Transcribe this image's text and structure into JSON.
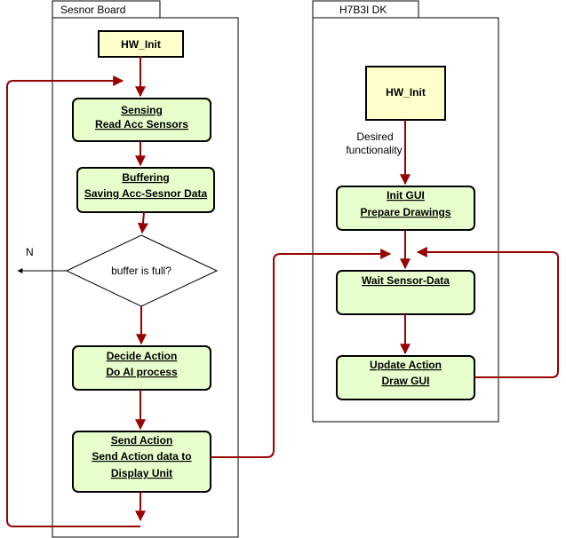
{
  "lanes": {
    "sensor_board": "Sesnor Board",
    "h7b3i_dk": "H7B3I DK"
  },
  "sensor": {
    "hw_init": "HW_Init",
    "sensing": [
      "Sensing",
      "Read Acc Sensors"
    ],
    "buffering": [
      "Buffering",
      "Saving Acc-Sesnor Data"
    ],
    "decision": "buffer is full?",
    "decision_no": "N",
    "decide_action": [
      "Decide Action",
      "Do AI process"
    ],
    "send_action": [
      "Send Action",
      "Send Action data to",
      "Display Unit"
    ]
  },
  "display": {
    "hw_init": "HW_Init",
    "desired_label": [
      "Desired",
      "functionality"
    ],
    "init_gui": [
      "Init GUI",
      "Prepare Drawings"
    ],
    "wait_sensor": "Wait Sensor-Data",
    "update_action": [
      "Update Action",
      "Draw GUI"
    ]
  },
  "colors": {
    "flow": "#990000",
    "process_fill": "#e6ffcc",
    "init_fill": "#ffffcc"
  }
}
